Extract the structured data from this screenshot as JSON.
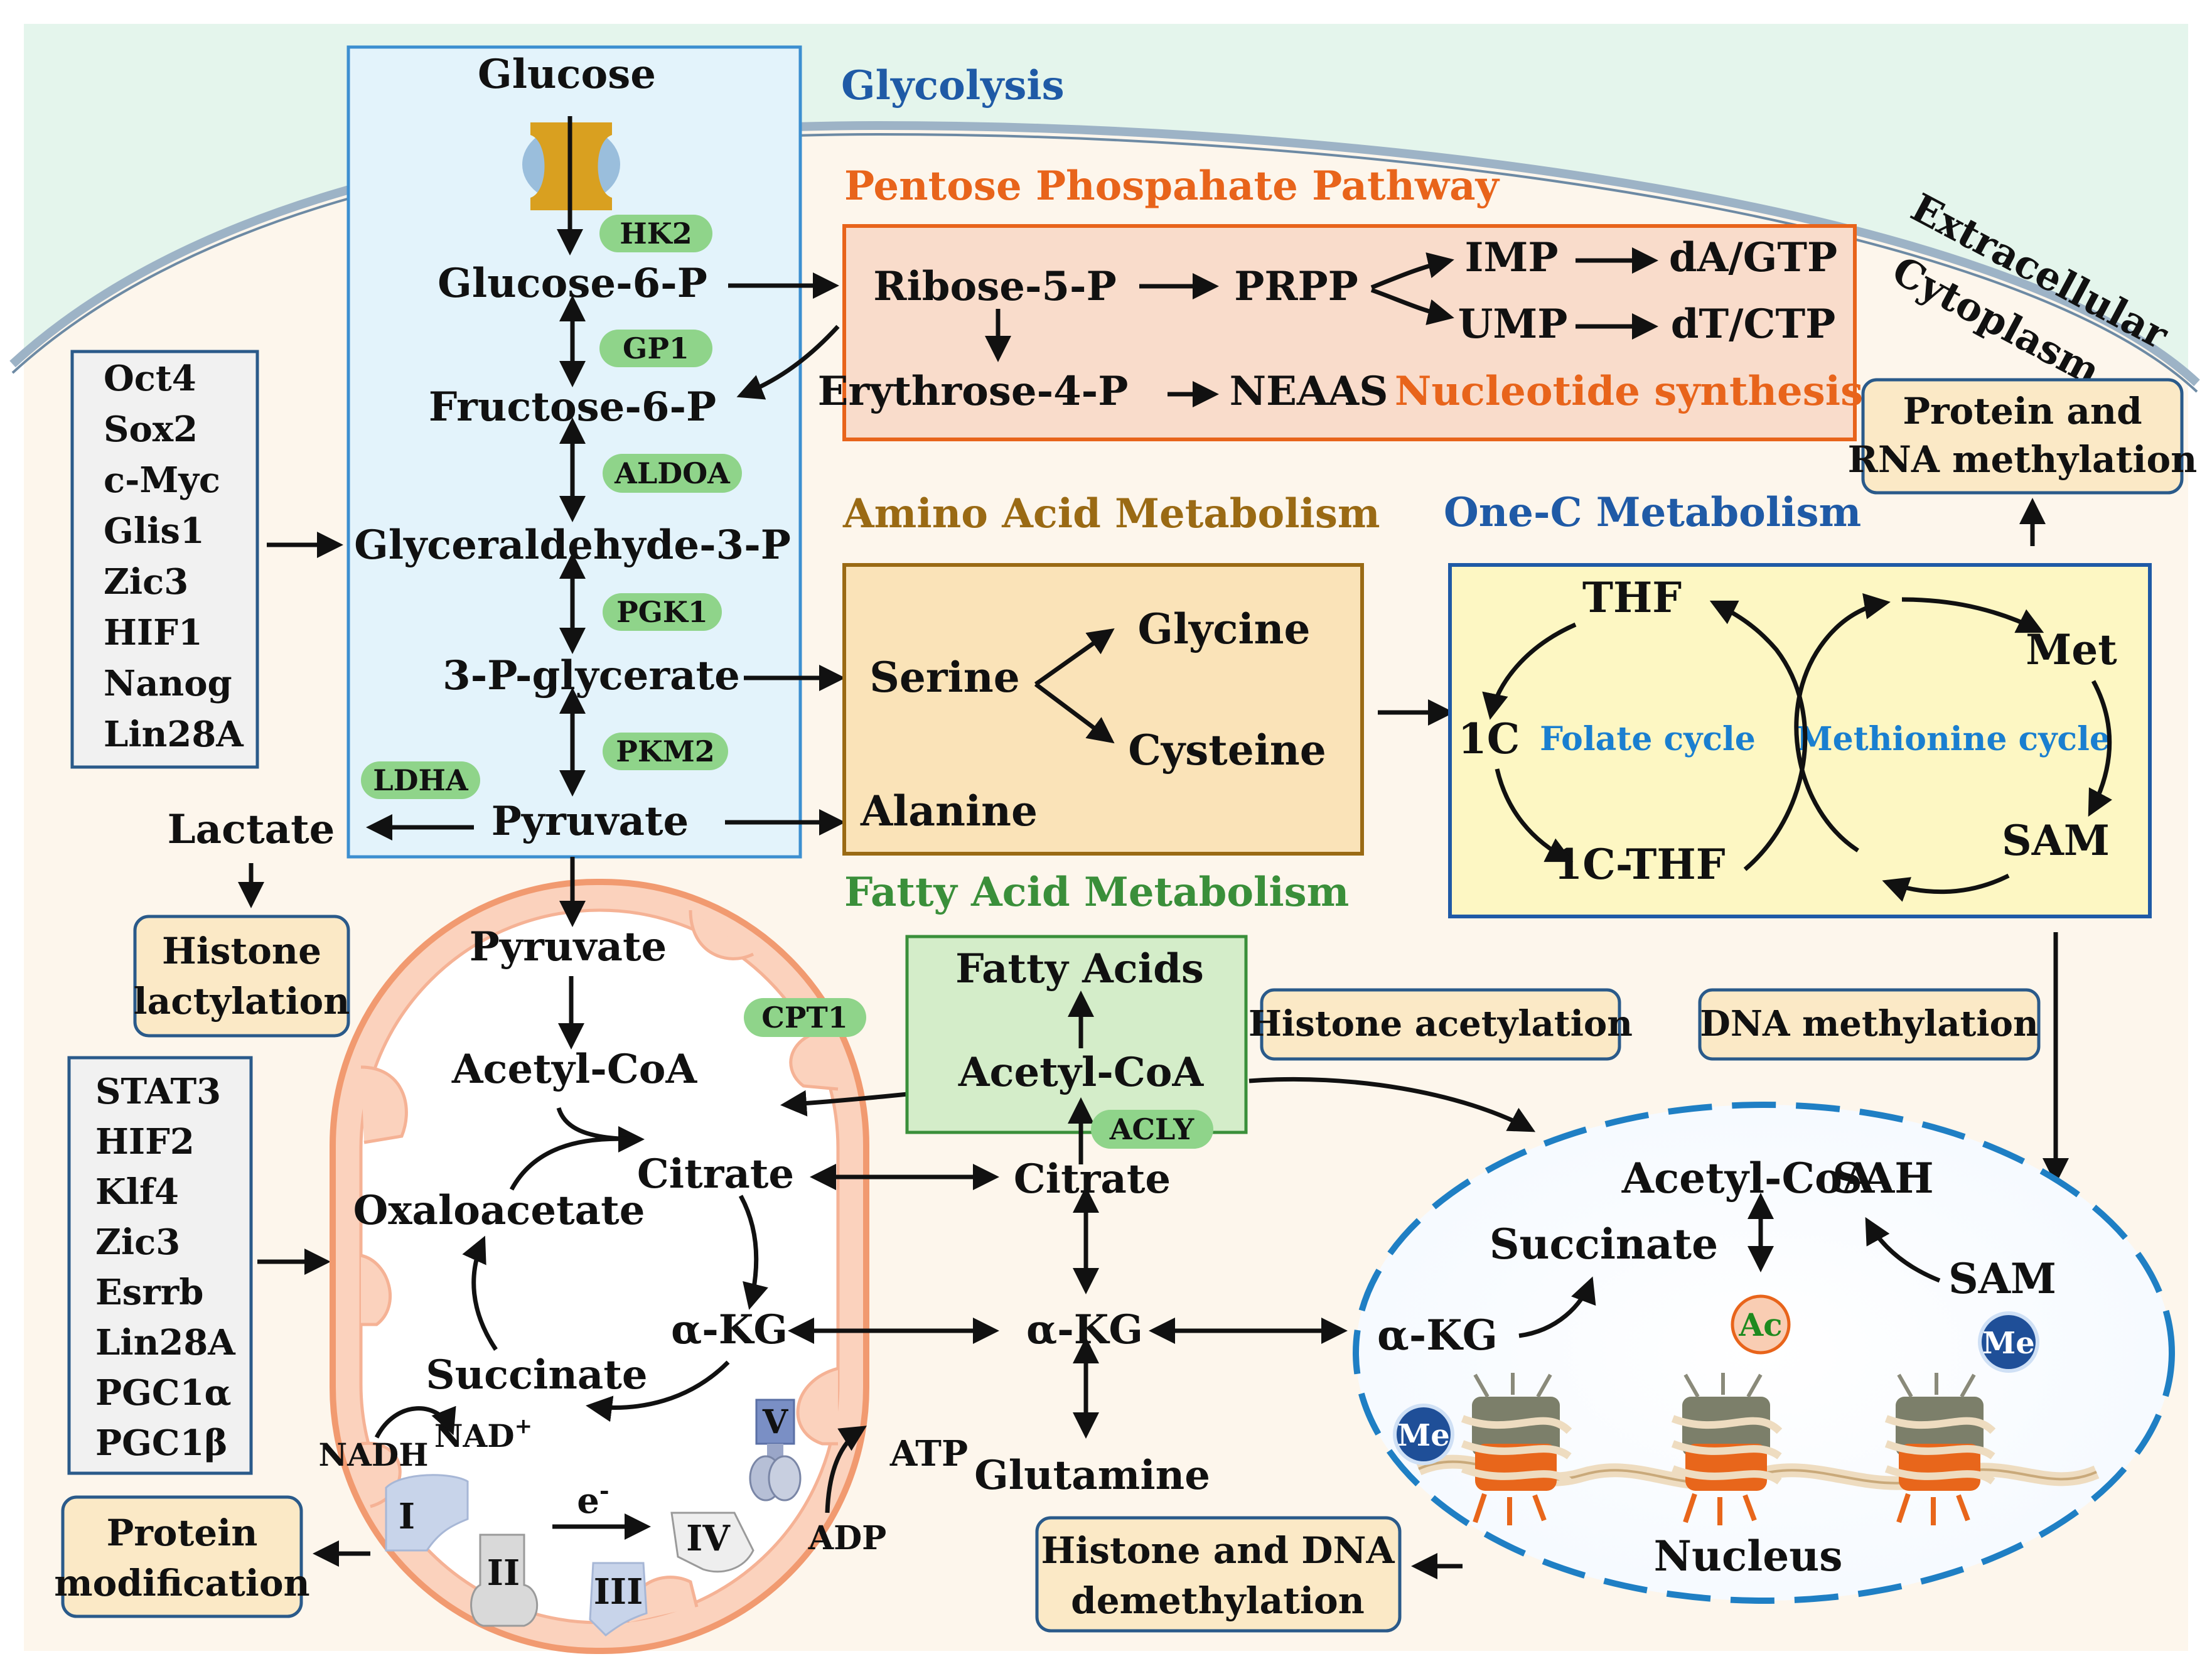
{
  "regions": {
    "extracellular": "Extracellular",
    "cytoplasm": "Cytoplasm",
    "nucleus": "Nucleus"
  },
  "pathways": {
    "glycolysis": "Glycolysis",
    "ppp": "Pentose Phospahate Pathway",
    "amino_acid": "Amino Acid Metabolism",
    "one_c": "One-C Metabolism",
    "fatty_acid": "Fatty Acid  Metabolism",
    "nucleotide": "Nucleotide synthesis"
  },
  "glycolysis": {
    "glucose": "Glucose",
    "g6p": "Glucose-6-P",
    "f6p": "Fructose-6-P",
    "g3p": "Glyceraldehyde-3-P",
    "pg3": "3-P-glycerate",
    "pyruvate": "Pyruvate",
    "lactate": "Lactate"
  },
  "enzymes": {
    "hk2": "HK2",
    "gp1": "GP1",
    "aldoa": "ALDOA",
    "pgk1": "PGK1",
    "pkm2": "PKM2",
    "ldha": "LDHA",
    "cpt1": "CPT1",
    "acly": "ACLY"
  },
  "ppp": {
    "r5p": "Ribose-5-P",
    "prpp": "PRPP",
    "imp": "IMP",
    "ump": "UMP",
    "da_gtp": "dA/GTP",
    "dt_ctp": "dT/CTP",
    "e4p": "Erythrose-4-P",
    "neaas": "NEAAS"
  },
  "amino": {
    "serine": "Serine",
    "glycine": "Glycine",
    "cysteine": "Cysteine",
    "alanine": "Alanine"
  },
  "onec": {
    "thf": "THF",
    "c1": "1C",
    "c1thf": "1C-THF",
    "folate": "Folate cycle",
    "methionine": "Methionine cycle",
    "met": "Met",
    "sam": "SAM"
  },
  "factors_top": [
    "Oct4",
    "Sox2",
    "c-Myc",
    "Glis1",
    "Zic3",
    "HIF1",
    "Nanog",
    "Lin28A"
  ],
  "factors_bottom": [
    "STAT3",
    "HIF2",
    "Klf4",
    "Zic3",
    "Esrrb",
    "Lin28A",
    "PGC1α",
    "PGC1β"
  ],
  "mito": {
    "pyruvate": "Pyruvate",
    "acetyl_coa": "Acetyl-CoA",
    "citrate": "Citrate",
    "oxaloacetate": "Oxaloacetate",
    "akg": "α-KG",
    "succinate": "Succinate",
    "nadh": "NADH",
    "nad": "NAD",
    "nad_sup": "+",
    "electron": "e",
    "electron_sup": "-",
    "atp": "ATP",
    "adp": "ADP",
    "complexes": [
      "I",
      "II",
      "III",
      "IV",
      "V"
    ]
  },
  "fatty": {
    "fatty_acids": "Fatty Acids",
    "acetyl_coa": "Acetyl-CoA"
  },
  "cyto": {
    "citrate": "Citrate",
    "akg": "α-KG",
    "glutamine": "Glutamine"
  },
  "nucleus": {
    "acetyl_coa": "Acetyl-CoA",
    "sah": "SAH",
    "succinate": "Succinate",
    "sam": "SAM",
    "akg": "α-KG",
    "ac": "Ac",
    "me": "Me"
  },
  "labels": {
    "histone_lactylation": [
      "Histone",
      "lactylation"
    ],
    "protein_modification": [
      "Protein",
      "modification"
    ],
    "histone_acetylation": "Histone acetylation",
    "dna_methylation": "DNA methylation",
    "protein_rna_methylation": [
      "Protein and",
      "RNA methylation"
    ],
    "histone_dna_demethylation": [
      "Histone and DNA",
      "demethylation"
    ]
  },
  "colors": {
    "glycolysis_title": "#1f5aa6",
    "ppp_title": "#e8641b",
    "amino_title": "#9a6a14",
    "onec_title": "#1f5aa6",
    "fatty_title": "#3a8f3a",
    "enzyme_fill": "#8fd48a",
    "cycle_text": "#1a7fd0"
  }
}
